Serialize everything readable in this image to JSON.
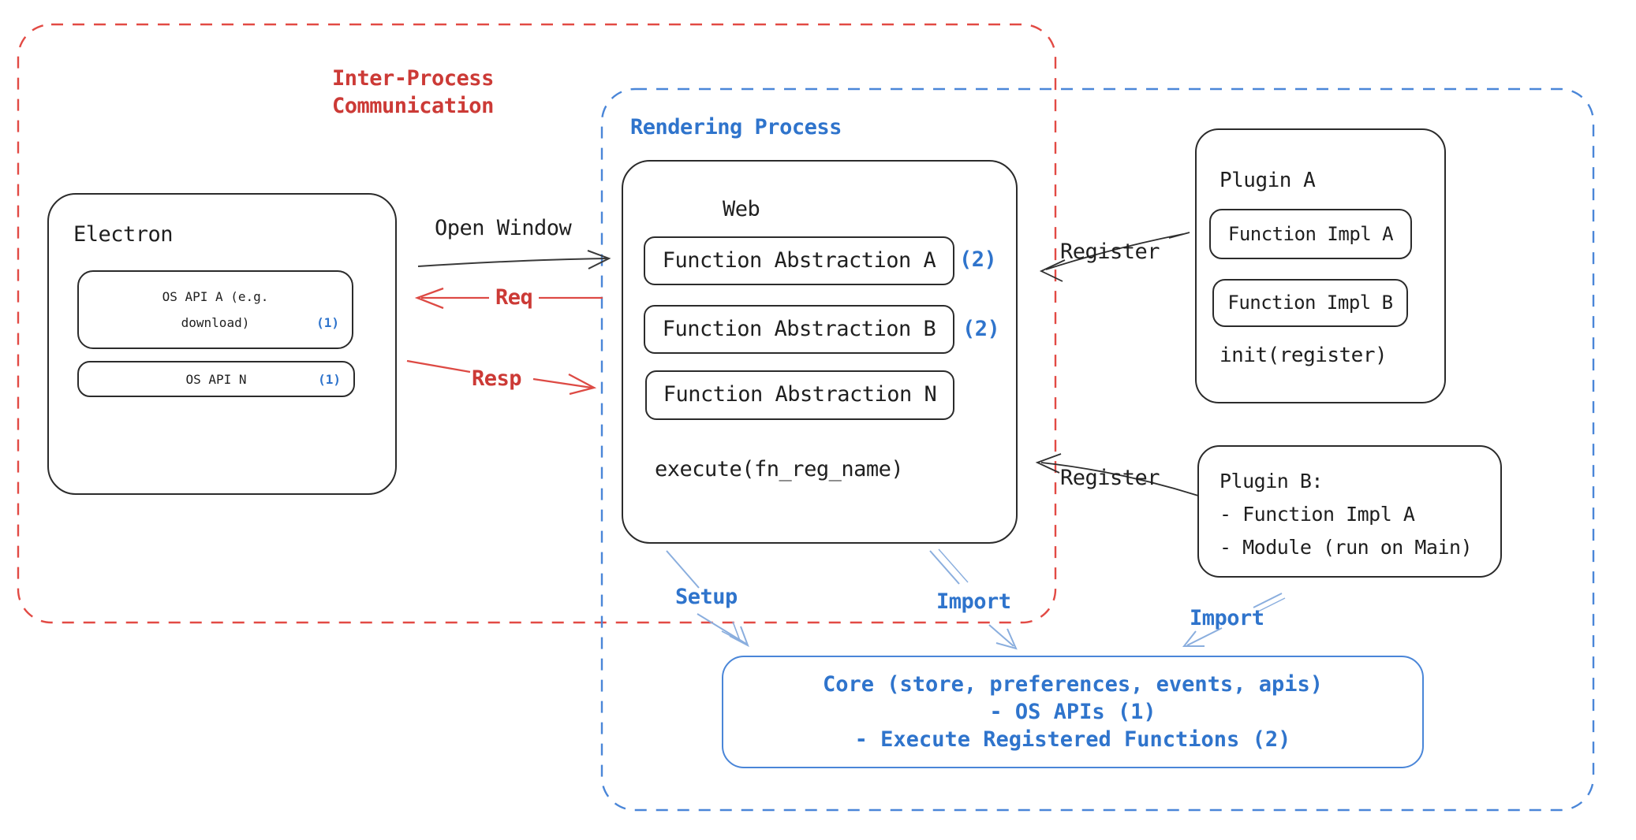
{
  "colors": {
    "red_text": "#cc3a36",
    "red_dash": "#e24a44",
    "blue_text": "#2f74cc",
    "blue_dash": "#4a86d8",
    "arrow_blue": "#8aaede",
    "ink": "#1f1f1f"
  },
  "groups": {
    "ipc": {
      "label_line1": "Inter-Process",
      "label_line2": "Communication"
    },
    "rendering": {
      "label": "Rendering Process"
    }
  },
  "electron": {
    "title": "Electron",
    "api_a_line1": "OS API A (e.g.",
    "api_a_line2": "download)",
    "api_a_badge": "(1)",
    "api_n": "OS API N",
    "api_n_badge": "(1)"
  },
  "web": {
    "title": "Web",
    "fn_a": "Function Abstraction A",
    "fn_a_badge": "(2)",
    "fn_b": "Function Abstraction B",
    "fn_b_badge": "(2)",
    "fn_n": "Function Abstraction N",
    "execute": "execute(fn_reg_name)"
  },
  "plugin_a": {
    "title": "Plugin A",
    "impl_a": "Function Impl A",
    "impl_b": "Function Impl B",
    "init": "init(register)"
  },
  "plugin_b": {
    "title": "Plugin B:",
    "item_1": "- Function Impl A",
    "item_2": "- Module (run on Main)"
  },
  "core": {
    "line1": "Core (store, preferences, events, apis)",
    "line2": "- OS APIs (1)",
    "line3": "- Execute Registered Functions (2)"
  },
  "labels": {
    "open_window": "Open Window",
    "req": "Req",
    "resp": "Resp",
    "register_top": "Register",
    "register_bottom": "Register",
    "setup": "Setup",
    "import_web": "Import",
    "import_plugin": "Import"
  }
}
